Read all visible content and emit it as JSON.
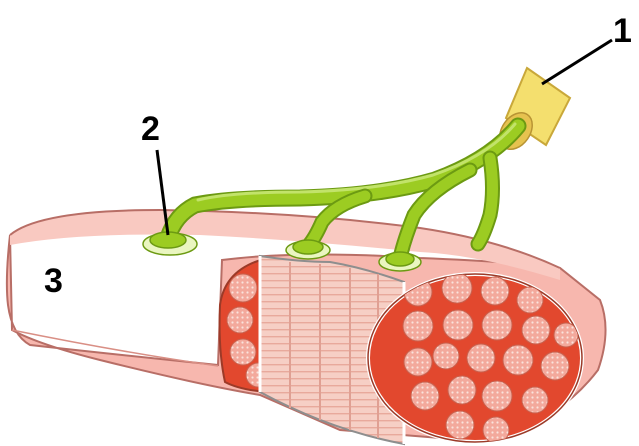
{
  "labels": {
    "one": "1",
    "two": "2",
    "three": "3"
  },
  "colors": {
    "muscle_outer": "#f7b7ae",
    "muscle_outline": "#b86e66",
    "fascicle_red": "#e2482e",
    "fiber_pale": "#f6cfc5",
    "nerve_green": "#9ccc22",
    "nerve_green_dark": "#6c9a12",
    "myelin_yellow": "#f4df6e",
    "leader_line": "#000000"
  },
  "icons": {
    "nerve": "motor-neuron-axon-icon",
    "muscle": "muscle-fiber-bundle-icon"
  }
}
